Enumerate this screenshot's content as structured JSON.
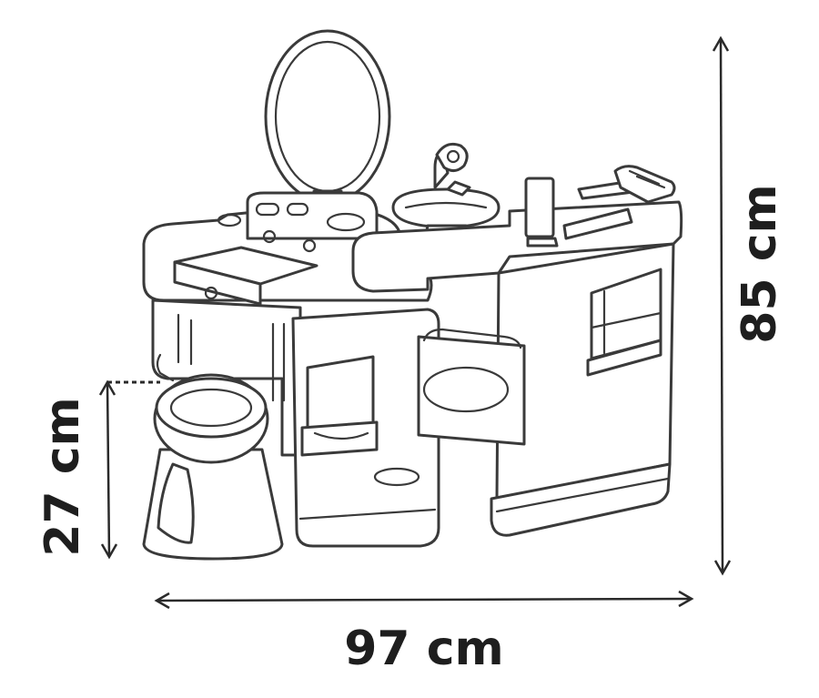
{
  "dimensions": {
    "width_label": "97 cm",
    "height_label": "85 cm",
    "seat_height_label": "27 cm"
  },
  "colors": {
    "line": "#3a3a3a",
    "text": "#1e1e1e",
    "background": "#ffffff"
  }
}
